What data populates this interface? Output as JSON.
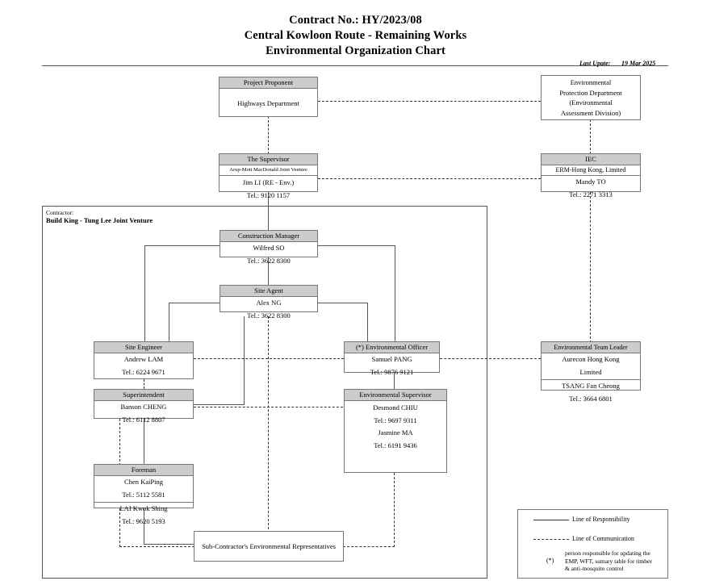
{
  "header": {
    "title_lines": [
      "Contract No.: HY/2023/08",
      "Central Kowloon Route - Remaining Works",
      "Environmental Organization Chart"
    ],
    "last_update_label": "Last Upate:",
    "last_update_value": "19 Mar 2025"
  },
  "contractor": {
    "label": "Contractor:",
    "name": "Build King - Tung Lee Joint Venture"
  },
  "boxes": {
    "project_proponent": {
      "header": "Project Proponent",
      "body": "Highways Department"
    },
    "epd": {
      "lines": [
        "Environmental",
        "Protection Department",
        "(Environmental",
        "Assessment Division)"
      ]
    },
    "supervisor": {
      "header": "The Supervisor",
      "sub": "Arup-Mott MacDonald Joint Venture",
      "name": "Jim LI (RE - Env.)",
      "tel": "Tel.: 9120 1157"
    },
    "iec": {
      "header": "IEC",
      "sub": "ERM-Hong Kong, Limited",
      "name": "Mandy TO",
      "tel": "Tel.: 2271 3313"
    },
    "construction_manager": {
      "header": "Construction Manager",
      "name": "Wilfred SO",
      "tel": "Tel.: 3622 8300"
    },
    "site_agent": {
      "header": "Site Agent",
      "name": "Alex NG",
      "tel": "Tel.: 3622 8300"
    },
    "site_engineer": {
      "header": "Site Engineer",
      "name": "Andrew LAM",
      "tel": "Tel.: 6224 9671"
    },
    "environmental_officer": {
      "header": "(*) Environmental Officer",
      "name": "Samuel PANG",
      "tel": "Tel.: 9876 9121"
    },
    "environmental_team_leader": {
      "header": "Environmental Team Leader",
      "company_line1": "Aurecon Hong Kong",
      "company_line2": "Limited",
      "name": "TSANG Fan Cheong",
      "tel": "Tel.: 3664 6801"
    },
    "superintendent": {
      "header": "Superintendent",
      "name": "Banson CHENG",
      "tel": "Tel.: 6112 8807"
    },
    "environmental_supervisor": {
      "header": "Environmental Supervisor",
      "name1": "Desmond CHIU",
      "tel1": "Tel.: 9697 9311",
      "name2": "Jasmine MA",
      "tel2": "Tel.: 6191 9436"
    },
    "foreman": {
      "header": "Foreman",
      "name1": "Chen KaiPing",
      "tel1": "Tel.: 5112 5581",
      "name2": "LAI Kwok Shing",
      "tel2": "Tel.: 9620 5193"
    },
    "sub_contractor": {
      "label": "Sub-Contractor's Environmental Representatives"
    }
  },
  "legend": {
    "responsibility": "Line of Responsibility",
    "communication": "Line of Communication",
    "star": "(*)",
    "note_line1": "person responsible for updating the",
    "note_line2": "EMP, WFT, sumary table for timber",
    "note_line3": "& anti-mosquito control"
  },
  "colors": {
    "header_fill": "#cccccc",
    "border": "#777777",
    "line": "#555555",
    "page_bg": "#ffffff"
  }
}
